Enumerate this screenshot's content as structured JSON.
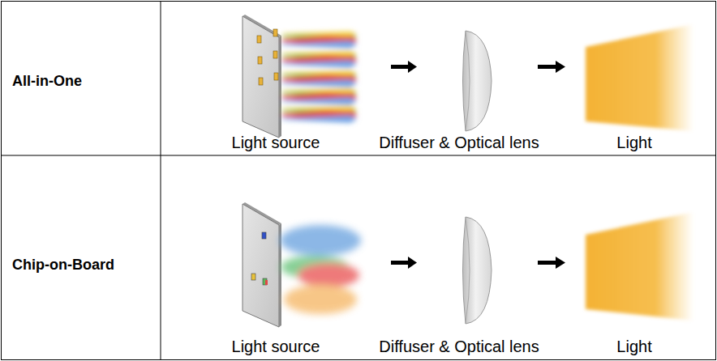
{
  "diagram": {
    "labels": [
      "All-in-One",
      "Light source",
      "Diffuser & Optical lens",
      "Light",
      "Chip-on-Board",
      "Light source",
      "Diffuser & Optical lens",
      "Light"
    ]
  }
}
